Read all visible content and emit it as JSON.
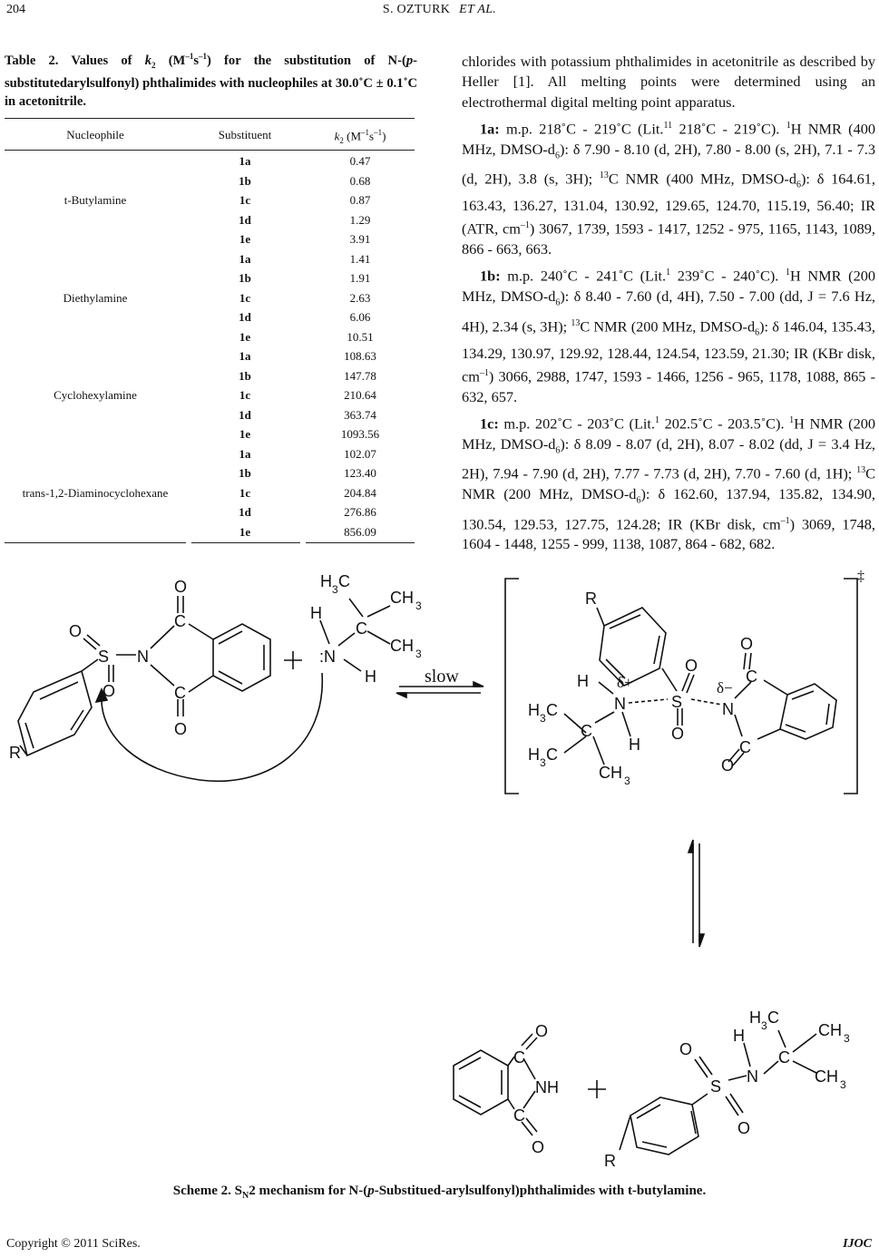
{
  "header": {
    "page_number": "204",
    "authors": "S. OZTURK",
    "et_al": "ET    AL."
  },
  "table": {
    "caption_parts": {
      "p1": "Table 2. Values of ",
      "k": "k",
      "k_sub": "2",
      "p2": " (M",
      "sup1": "–1",
      "p3": "s",
      "sup2": "–1",
      "p4": ") for the substitution of N-(",
      "p_it": "p",
      "p5": "-substitutedarylsulfonyl) phthalimides with nucleophiles at 30.0˚C ± 0.1˚C in acetonitrile."
    },
    "headers": {
      "nucleophile": "Nucleophile",
      "substituent": "Substituent",
      "k2_k": "k",
      "k2_sub": "2",
      "k2_rest": " (M",
      "k2_sup1": "–1",
      "k2_s": "s",
      "k2_sup2": "–1",
      "k2_close": ")"
    },
    "groups": [
      {
        "nucleophile": "t-Butylamine",
        "rows": [
          {
            "substituent": "1a",
            "k2": "0.47"
          },
          {
            "substituent": "1b",
            "k2": "0.68"
          },
          {
            "substituent": "1c",
            "k2": "0.87"
          },
          {
            "substituent": "1d",
            "k2": "1.29"
          },
          {
            "substituent": "1e",
            "k2": "3.91"
          }
        ]
      },
      {
        "nucleophile": "Diethylamine",
        "rows": [
          {
            "substituent": "1a",
            "k2": "1.41"
          },
          {
            "substituent": "1b",
            "k2": "1.91"
          },
          {
            "substituent": "1c",
            "k2": "2.63"
          },
          {
            "substituent": "1d",
            "k2": "6.06"
          },
          {
            "substituent": "1e",
            "k2": "10.51"
          }
        ]
      },
      {
        "nucleophile": "Cyclohexylamine",
        "rows": [
          {
            "substituent": "1a",
            "k2": "108.63"
          },
          {
            "substituent": "1b",
            "k2": "147.78"
          },
          {
            "substituent": "1c",
            "k2": "210.64"
          },
          {
            "substituent": "1d",
            "k2": "363.74"
          },
          {
            "substituent": "1e",
            "k2": "1093.56"
          }
        ]
      },
      {
        "nucleophile": "trans-1,2-Diaminocyclohexane",
        "rows": [
          {
            "substituent": "1a",
            "k2": "102.07"
          },
          {
            "substituent": "1b",
            "k2": "123.40"
          },
          {
            "substituent": "1c",
            "k2": "204.84"
          },
          {
            "substituent": "1d",
            "k2": "276.86"
          },
          {
            "substituent": "1e",
            "k2": "856.09"
          }
        ]
      }
    ]
  },
  "body": {
    "intro": "chlorides with potassium phthalimides in acetonitrile as described by Heller [1]. All melting points were determined using an electrothermal digital melting point apparatus.",
    "p1a": {
      "label": "1a:",
      "t1": " m.p. 218˚C - 219˚C (Lit.",
      "ref": "11",
      "t2": " 218˚C - 219˚C). ",
      "sup1": "1",
      "t3": "H NMR (400 MHz, DMSO-d",
      "sub1": "6",
      "t4": "): δ 7.90 - 8.10 (d, 2H), 7.80 - 8.00 (s, 2H), 7.1 - 7.3 (d, 2H), 3.8 (s, 3H); ",
      "sup2": "13",
      "t5": "C NMR (400 MHz, DMSO-d",
      "sub2": "6",
      "t6": "): δ 164.61, 163.43, 136.27, 131.04, 130.92, 129.65, 124.70, 115.19, 56.40; IR (ATR, cm",
      "sup3": "–1",
      "t7": ") 3067, 1739, 1593 - 1417, 1252 - 975, 1165, 1143, 1089, 866 - 663, 663."
    },
    "p1b": {
      "label": "1b:",
      "t1": " m.p. 240˚C - 241˚C (Lit.",
      "ref": "1",
      "t2": " 239˚C - 240˚C). ",
      "sup1": "1",
      "t3": "H NMR (200 MHz, DMSO-d",
      "sub1": "6",
      "t4": "): δ 8.40 - 7.60 (d, 4H), 7.50 - 7.00 (dd, J = 7.6 Hz, 4H), 2.34 (s, 3H); ",
      "sup2": "13",
      "t5": "C NMR (200 MHz, DMSO-d",
      "sub2": "6",
      "t6": "): δ 146.04, 135.43, 134.29, 130.97, 129.92, 128.44, 124.54, 123.59, 21.30; IR (KBr disk, cm",
      "sup3": "–1",
      "t7": ") 3066, 2988, 1747, 1593 - 1466, 1256 - 965, 1178, 1088, 865 - 632, 657."
    },
    "p1c": {
      "label": "1c:",
      "t1": " m.p. 202˚C - 203˚C (Lit.",
      "ref": "1",
      "t2": " 202.5˚C - 203.5˚C). ",
      "sup1": "1",
      "t3": "H NMR (200 MHz, DMSO-d",
      "sub1": "6",
      "t4": "): δ 8.09 - 8.07 (d, 2H), 8.07 - 8.02 (dd, J = 3.4 Hz, 2H), 7.94 - 7.90 (d, 2H), 7.77 - 7.73 (d, 2H), 7.70 - 7.60 (d, 1H); ",
      "sup2": "13",
      "t5": "C NMR (200 MHz, DMSO-d",
      "sub2": "6",
      "t6": "): δ 162.60, 137.94, 135.82, 134.90, 130.54, 129.53, 127.75, 124.28; IR (KBr disk, cm",
      "sup3": "–1",
      "t7": ") 3069, 1748, 1604 - 1448, 1255 - 999, 1138, 1087, 864 - 682, 682."
    }
  },
  "scheme": {
    "slow_label": "slow",
    "dagger": "‡",
    "delta_plus": "δ+",
    "delta_minus": "δ−",
    "caption_p1": "Scheme 2. S",
    "caption_sub": "N",
    "caption_p2": "2 mechanism for N-(",
    "caption_it": "p",
    "caption_p3": "-Substitued-arylsulfonyl)phthalimides with t-butylamine."
  },
  "footer": {
    "copyright": "Copyright © 2011 SciRes.",
    "journal": "IJOC"
  }
}
